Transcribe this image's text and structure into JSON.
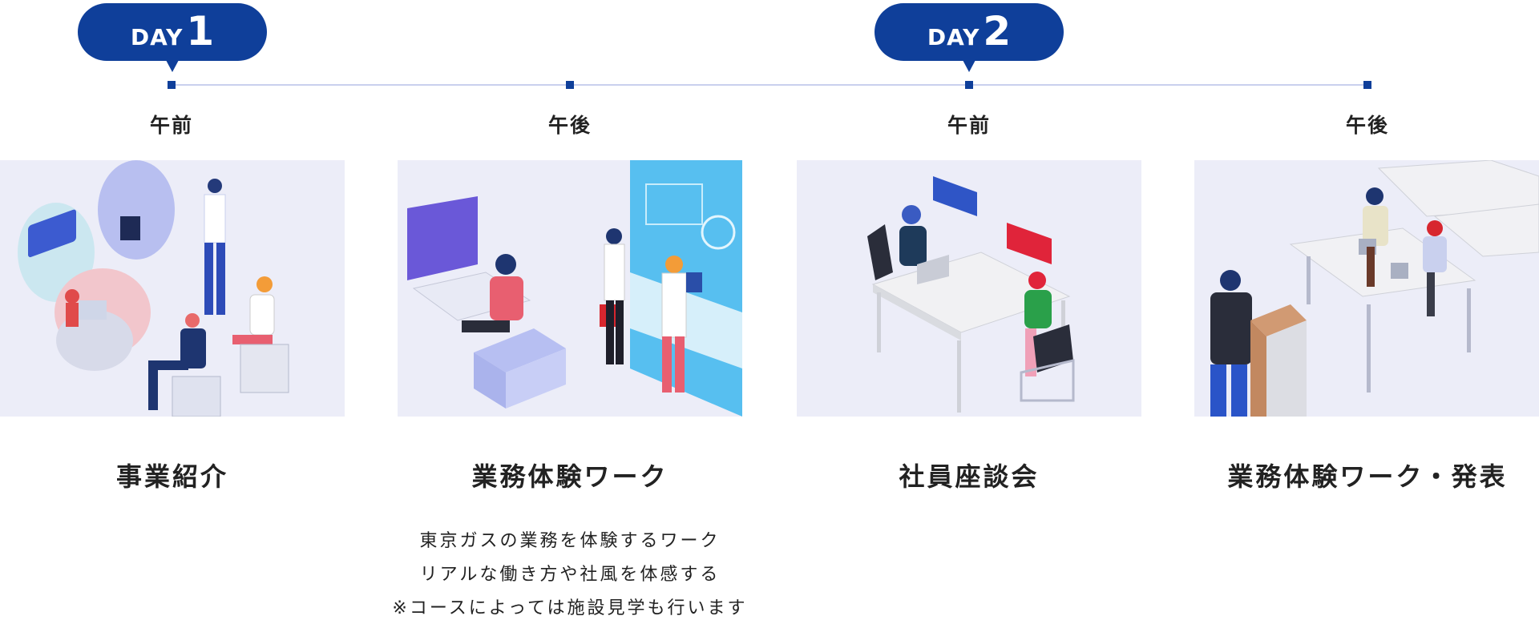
{
  "days": [
    {
      "word": "DAY",
      "num": "1"
    },
    {
      "word": "DAY",
      "num": "2"
    }
  ],
  "sessions": [
    {
      "time": "午前",
      "title": "事業紹介",
      "icon": "business-intro-illustration"
    },
    {
      "time": "午後",
      "title": "業務体験ワーク",
      "icon": "work-experience-illustration",
      "description": [
        "東京ガスの業務を体験するワーク",
        "リアルな働き方や社風を体感する",
        "※コースによっては施設見学も行います"
      ]
    },
    {
      "time": "午前",
      "title": "社員座談会",
      "icon": "employee-roundtable-illustration"
    },
    {
      "time": "午後",
      "title": "業務体験ワーク・発表",
      "icon": "presentation-illustration"
    }
  ],
  "colors": {
    "primary": "#0f3f9a",
    "line": "#c9d0ee",
    "card_bg": "#ecedf8"
  }
}
